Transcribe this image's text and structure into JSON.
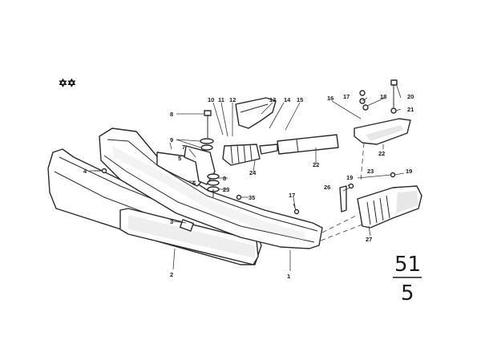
{
  "markers": {
    "symbol": "✡✡"
  },
  "callouts": {
    "c2": "2",
    "c3": "3",
    "c4": "4",
    "c5": "5",
    "c6": "6",
    "c7": "7",
    "c8a": "8",
    "c8b": "8",
    "c9": "9",
    "c10": "10",
    "c11": "11",
    "c12": "12",
    "c13": "13",
    "c14": "14",
    "c15": "15",
    "c16": "16",
    "c17a": "17",
    "c17b": "17",
    "c18": "18",
    "c19a": "19",
    "c19b": "19",
    "c20": "20",
    "c21": "21",
    "c22": "22",
    "c23a": "23",
    "c23b": "23",
    "c24": "24",
    "c26": "26",
    "c27": "27",
    "c35": "35",
    "c1": "1"
  },
  "group_number": {
    "top": "51",
    "bottom": "5"
  }
}
